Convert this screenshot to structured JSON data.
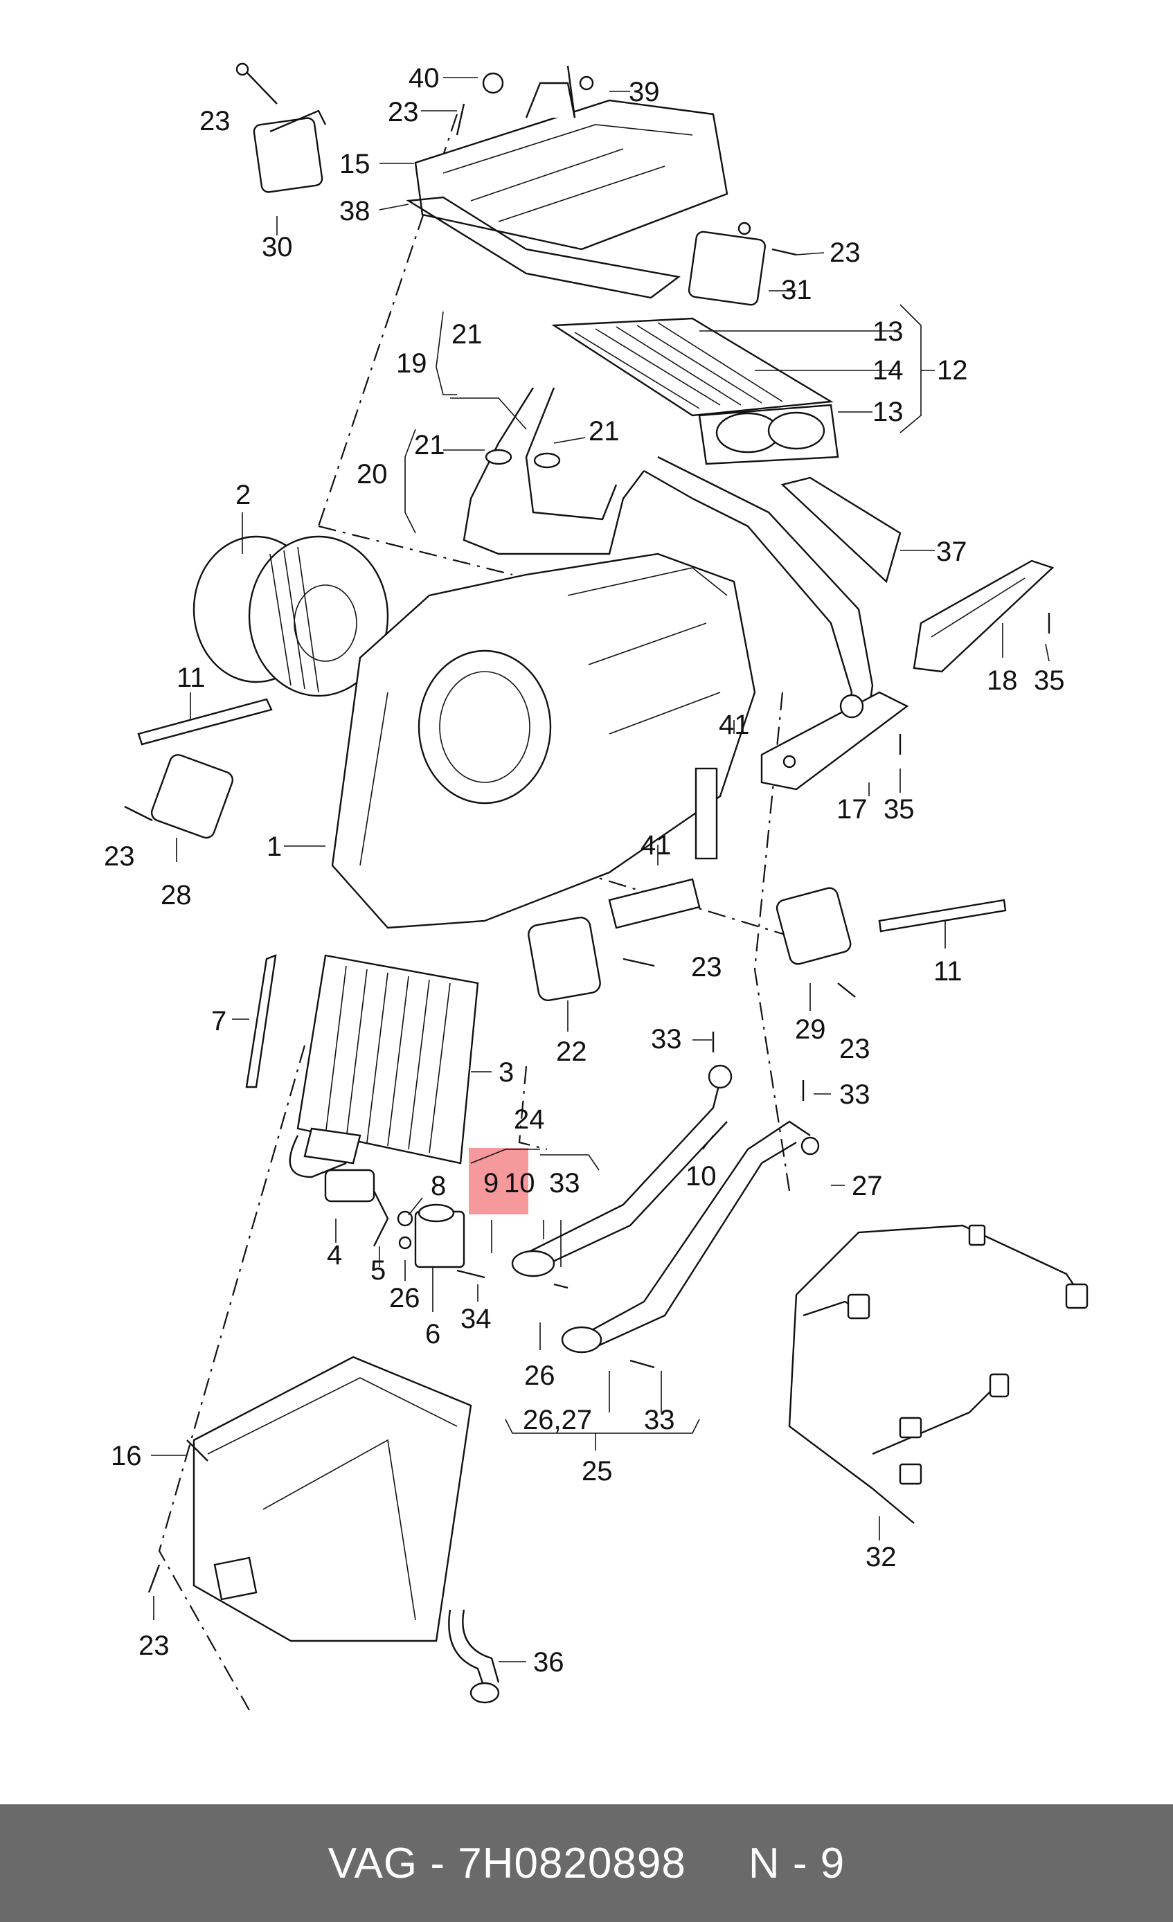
{
  "diagram": {
    "labels": {
      "l40": "40",
      "l39": "39",
      "l23a": "23",
      "l23b": "23",
      "l23c": "23",
      "l23d": "23",
      "l23e": "23",
      "l23f": "23",
      "l23g": "23",
      "l15": "15",
      "l38": "38",
      "l30": "30",
      "l31": "31",
      "l13a": "13",
      "l14": "14",
      "l13b": "13",
      "l12": "12",
      "l19": "19",
      "l21a": "21",
      "l21b": "21",
      "l21c": "21",
      "l20": "20",
      "l2": "2",
      "l37": "37",
      "l18": "18",
      "l35a": "35",
      "l35b": "35",
      "l17": "17",
      "l11a": "11",
      "l11b": "11",
      "l41a": "41",
      "l41b": "41",
      "l1": "1",
      "l28": "28",
      "l22": "22",
      "l29": "29",
      "l7": "7",
      "l3": "3",
      "l24": "24",
      "l9": "9",
      "l10a": "10",
      "l33a": "33",
      "l33b": "33",
      "l33c": "33",
      "l33d": "33",
      "l10b": "10",
      "l27": "27",
      "l8": "8",
      "l4": "4",
      "l5": "5",
      "l26a": "26",
      "l6": "6",
      "l34": "34",
      "l26b": "26",
      "l2627": "26,27",
      "l25": "25",
      "l16": "16",
      "l32": "32",
      "l36": "36"
    },
    "highlight_color": "#f0555b"
  },
  "footer": {
    "brand_part": "VAG - 7H0820898",
    "page": "N - 9"
  }
}
